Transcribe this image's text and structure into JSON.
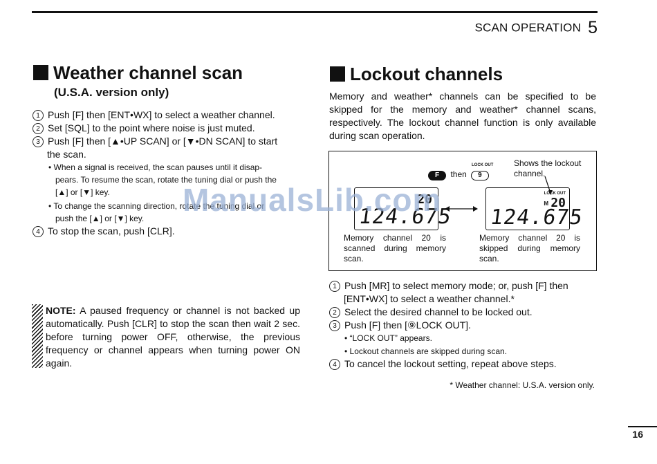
{
  "header": {
    "section_name": "SCAN OPERATION",
    "section_number": "5"
  },
  "left": {
    "heading": "Weather channel scan",
    "subheading": "(U.S.A. version only)",
    "step1": {
      "mark": "1",
      "text": "Push [F] then [ENT•WX] to select a weather channel."
    },
    "step2": {
      "mark": "2",
      "text": "Set [SQL] to the point where noise is just muted."
    },
    "step3": {
      "mark": "3",
      "line1": "Push [F] then [▲•UP SCAN] or [▼•DN SCAN] to start",
      "line2": "the scan.",
      "bullet1_l1": "When a signal is received, the scan pauses until it disap-",
      "bullet1_l2": "pears. To resume the scan, rotate the tuning dial or push the",
      "bullet1_l3": "[▲] or [▼] key.",
      "bullet2_l1": "To change the scanning direction, rotate the tuning dial or",
      "bullet2_l2": "push the [▲] or [▼] key."
    },
    "step4": {
      "mark": "4",
      "text": "To stop the scan, push [CLR]."
    },
    "note": {
      "label": "NOTE:",
      "text": "A paused frequency or channel is not backed up automatically. Push [CLR] to stop the scan then wait 2 sec. before turning power OFF, otherwise, the previous frequency or channel appears when turning power ON again."
    }
  },
  "right": {
    "heading": "Lockout channels",
    "intro": "Memory and weather* channels can be specified to be skipped for the memory and weather* channel scans, respectively. The lockout channel function is only available during scan operation.",
    "figure": {
      "lockout_label": "LOCK OUT",
      "key_f": "F",
      "then": "then",
      "key_9": "9",
      "callout": "Shows the lockout channel.",
      "lcd_left_freq": "124.675",
      "lcd_left_ch": "20",
      "lcd_right_freq": "124.675",
      "lcd_right_m": "M",
      "lcd_right_ch": "20",
      "lcd_right_lockout": "LOCK OUT",
      "caption_left": "Memory channel 20 is scanned during memory scan.",
      "caption_right": "Memory channel 20 is skipped during memory scan."
    },
    "step1": {
      "mark": "1",
      "line1": "Push [MR] to select memory mode; or, push [F] then",
      "line2": "[ENT•WX] to select a weather channel.*"
    },
    "step2": {
      "mark": "2",
      "text": "Select the desired channel to be locked out."
    },
    "step3": {
      "mark": "3",
      "text": "Push [F] then [⑨LOCK OUT].",
      "bullet1": "“LOCK OUT” appears.",
      "bullet2": "Lockout channels are skipped during scan."
    },
    "step4": {
      "mark": "4",
      "text": "To cancel the lockout setting, repeat above steps."
    },
    "footnote": "* Weather channel: U.S.A. version only."
  },
  "watermark": "ManualsLib.com",
  "page_number": "16"
}
